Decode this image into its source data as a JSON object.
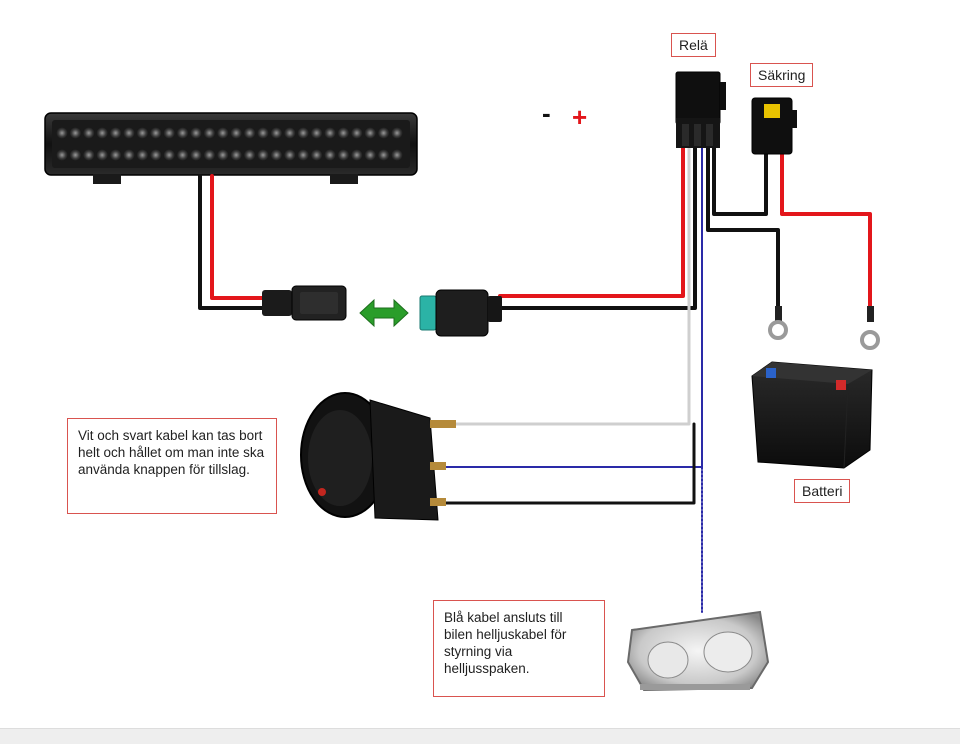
{
  "labels": {
    "rela": "Relä",
    "sakring": "Säkring",
    "batteri": "Batteri"
  },
  "polarity": {
    "minus": "-",
    "plus": "+"
  },
  "notes": {
    "switch_note": "Vit och svart kabel kan tas bort helt och hållet om man inte ska använda knappen för tillslag.",
    "blue_note": "Blå kabel ansluts till bilen helljuskabel för styrning via helljusspaken."
  },
  "colors": {
    "wire_red": "#e3161b",
    "wire_black": "#111111",
    "wire_white": "#cfcfcf",
    "wire_blue": "#2a2aa8",
    "label_border": "#d9534f",
    "connector_arrow": "#2a9d2a"
  }
}
